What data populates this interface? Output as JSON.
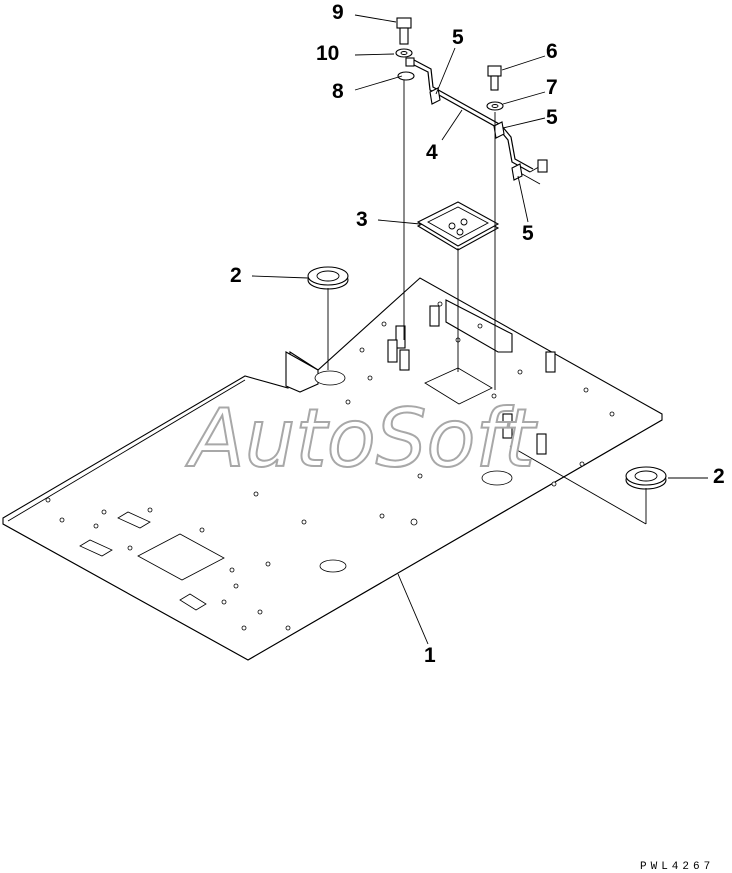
{
  "diagram": {
    "callouts": [
      {
        "id": "c9",
        "label": "9"
      },
      {
        "id": "c10",
        "label": "10"
      },
      {
        "id": "c8",
        "label": "8"
      },
      {
        "id": "c5a",
        "label": "5"
      },
      {
        "id": "c6",
        "label": "6"
      },
      {
        "id": "c7",
        "label": "7"
      },
      {
        "id": "c5b",
        "label": "5"
      },
      {
        "id": "c4",
        "label": "4"
      },
      {
        "id": "c3",
        "label": "3"
      },
      {
        "id": "c5c",
        "label": "5"
      },
      {
        "id": "c2a",
        "label": "2"
      },
      {
        "id": "c2b",
        "label": "2"
      },
      {
        "id": "c1",
        "label": "1"
      }
    ],
    "watermark": "AutoSoft",
    "drawing_code": "PWL4267"
  }
}
